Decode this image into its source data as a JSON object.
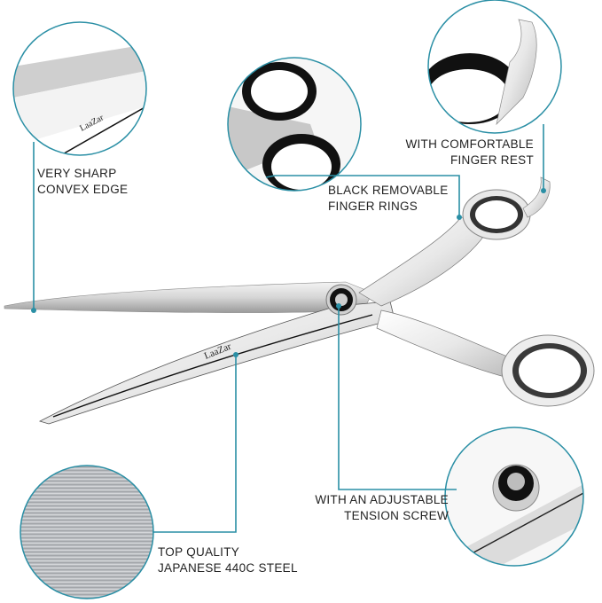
{
  "brand": {
    "logo_text": "LaaZar"
  },
  "accent_color": "#2a8fa5",
  "callouts": [
    {
      "id": "edge",
      "lines": [
        "VERY SHARP",
        "CONVEX EDGE"
      ]
    },
    {
      "id": "rings",
      "lines": [
        "BLACK REMOVABLE",
        "FINGER RINGS"
      ]
    },
    {
      "id": "rest",
      "lines": [
        "WITH COMFORTABLE",
        "FINGER REST"
      ]
    },
    {
      "id": "screw",
      "lines": [
        "WITH AN ADJUSTABLE",
        "TENSION SCREW"
      ]
    },
    {
      "id": "steel",
      "lines": [
        "TOP QUALITY",
        "JAPANESE 440C STEEL"
      ]
    }
  ]
}
